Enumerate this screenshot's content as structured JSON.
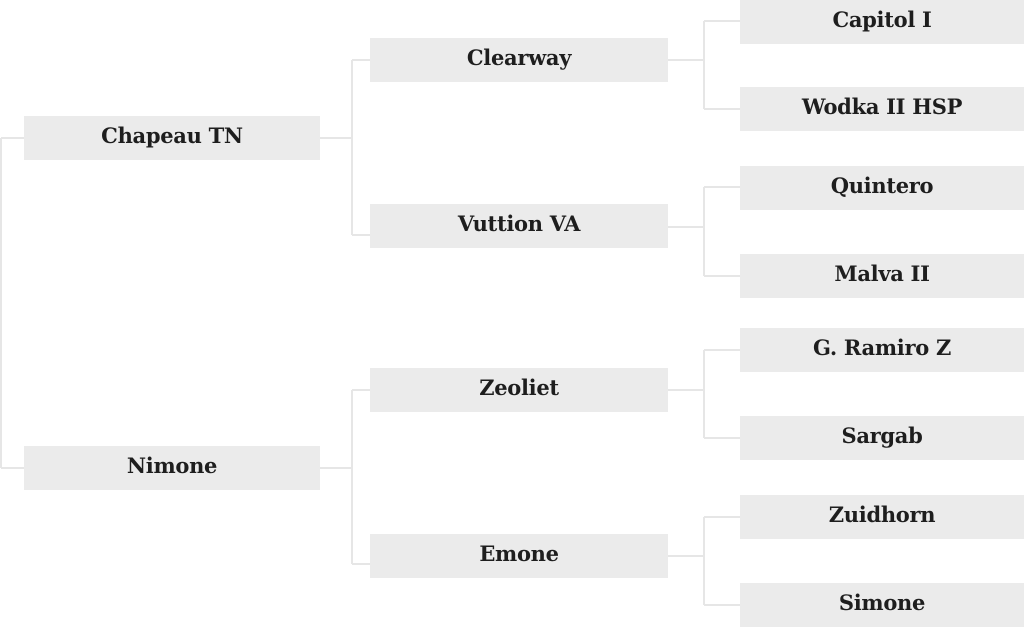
{
  "pedigree": {
    "root": {
      "label": ""
    },
    "parents": [
      {
        "name": "Chapeau TN",
        "grandparents": [
          {
            "name": "Clearway",
            "great_grandparents": [
              "Capitol I",
              "Wodka II HSP"
            ]
          },
          {
            "name": "Vuttion VA",
            "great_grandparents": [
              "Quintero",
              "Malva II"
            ]
          }
        ]
      },
      {
        "name": "Nimone",
        "grandparents": [
          {
            "name": "Zeoliet",
            "great_grandparents": [
              "G. Ramiro Z",
              "Sargab"
            ]
          },
          {
            "name": "Emone",
            "great_grandparents": [
              "Zuidhorn",
              "Simone"
            ]
          }
        ]
      }
    ]
  },
  "colors": {
    "box_fill": "#ebebeb",
    "connector": "#e6e6e6",
    "text": "#1e1e1e",
    "background": "#ffffff"
  }
}
